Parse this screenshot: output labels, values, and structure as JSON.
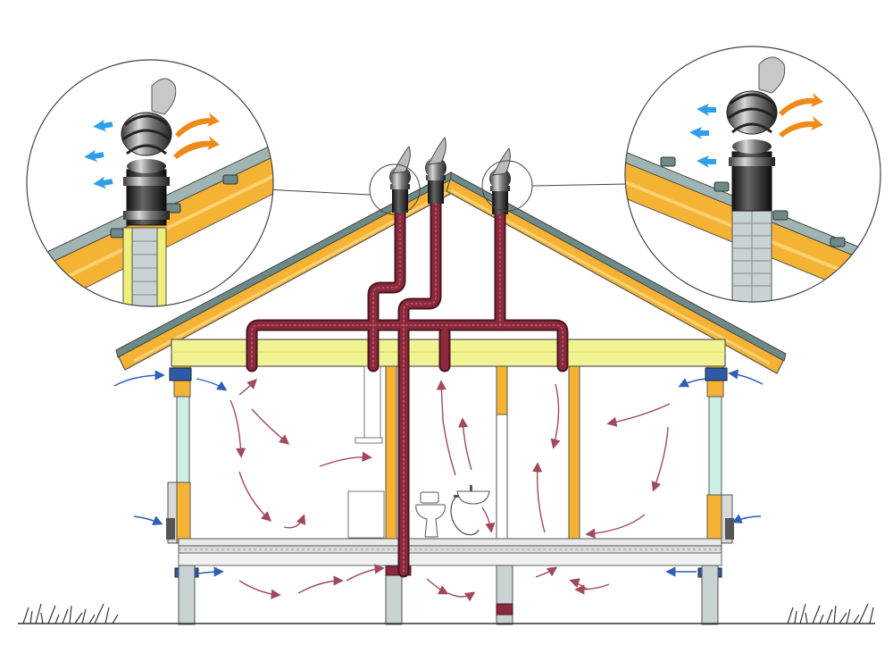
{
  "diagram": {
    "colors": {
      "background": "#ffffff",
      "outline": "#555555",
      "timber": "#f5b335",
      "timber_light": "#fbd173",
      "beam": "#f1f292",
      "roof_cover": "#6e8a88",
      "roof_cover_light": "#9fb5b3",
      "duct": "#8a2a3c",
      "duct_edge": "#4a1420",
      "airflow_inside": "#a04a5a",
      "airflow_outside": "#2c5fb8",
      "intake_arrow": "#2fa0e6",
      "exhaust_arrow": "#ee8a1a",
      "vent_grille": "#2d5aa8",
      "window_glass": "#cdeee6",
      "insulation": "#eef07a",
      "masonry": "#c9d3d3",
      "ground_grass": "#333333",
      "fixture": "#ffffff"
    },
    "icons": {
      "turbine": "rotating-turbine-ventilator-icon",
      "toilet": "toilet-icon",
      "sink": "wash-basin-icon",
      "cabinet": "cabinet-icon",
      "grass": "grass-tuft-icon",
      "magnifier": "detail-callout-circle"
    },
    "ducts": [
      {
        "id": "duct-left-a",
        "from": "ceiling-left",
        "to": "ridge-turbine-1"
      },
      {
        "id": "duct-left-b",
        "from": "floor-underfloor",
        "to": "ridge-turbine-2"
      },
      {
        "id": "duct-right",
        "from": "ceiling-right",
        "to": "ridge-turbine-3"
      }
    ],
    "callouts": [
      {
        "id": "callout-left",
        "subject": "turbine-on-roof-ridge-left"
      },
      {
        "id": "callout-right",
        "subject": "turbine-on-roof-slope-right"
      }
    ]
  }
}
